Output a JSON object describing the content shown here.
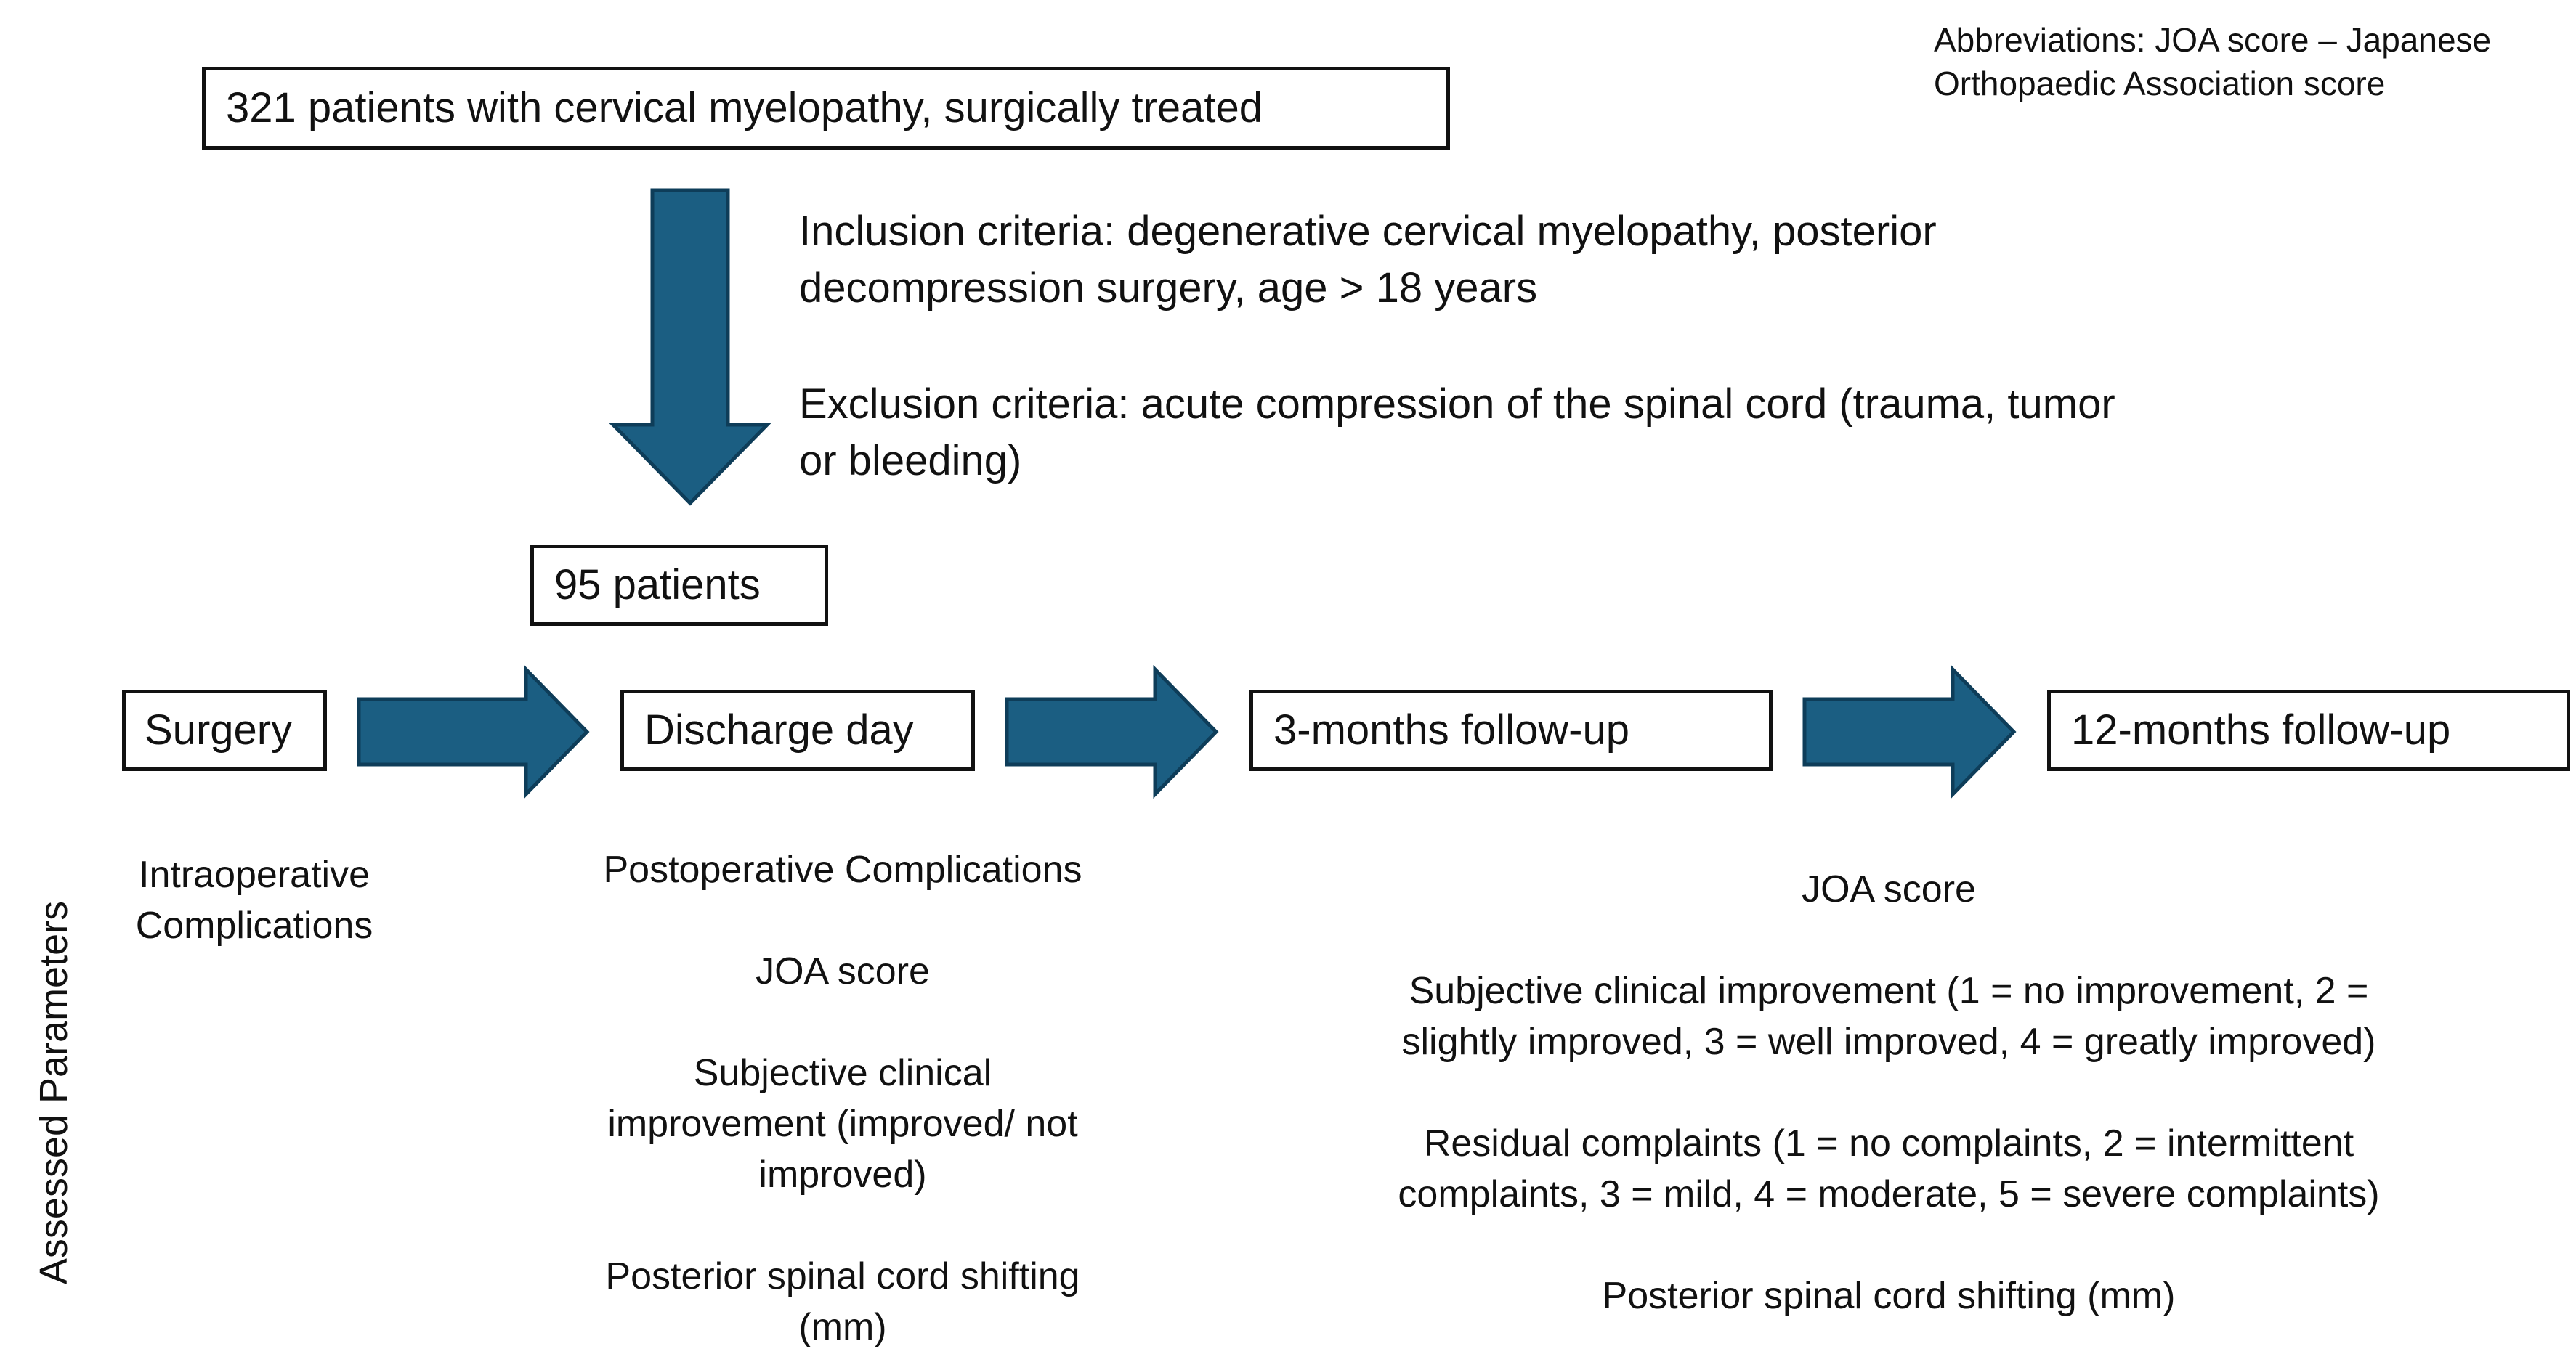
{
  "abbreviations": {
    "line1": "Abbreviations: JOA score – Japanese",
    "line2": "Orthopaedic Association score"
  },
  "cohort": {
    "initial": "321 patients with cervical myelopathy, surgically treated",
    "final": "95 patients"
  },
  "criteria": {
    "inclusion_line1": "Inclusion criteria: degenerative cervical myelopathy, posterior",
    "inclusion_line2": "decompression surgery, age > 18 years",
    "exclusion_line1": "Exclusion criteria: acute compression of the spinal cord (trauma, tumor",
    "exclusion_line2": "or bleeding)"
  },
  "timeline": {
    "stages": [
      {
        "label": "Surgery"
      },
      {
        "label": "Discharge day"
      },
      {
        "label": "3-months follow-up"
      },
      {
        "label": "12-months follow-up"
      }
    ]
  },
  "assessed": {
    "axis_label": "Assessed Parameters",
    "surgery": {
      "line1": "Intraoperative",
      "line2": "Complications"
    },
    "discharge": {
      "item1": "Postoperative Complications",
      "item2": "JOA score",
      "item3_line1": "Subjective clinical",
      "item3_line2": "improvement (improved/ not",
      "item3_line3": "improved)",
      "item4_line1": "Posterior spinal cord shifting",
      "item4_line2": "(mm)"
    },
    "followup": {
      "item1": "JOA score",
      "item2_line1": "Subjective clinical improvement (1 = no improvement, 2 =",
      "item2_line2": "slightly improved, 3 = well improved, 4 = greatly improved)",
      "item3_line1": "Residual complaints (1 = no complaints, 2 = intermittent",
      "item3_line2": "complaints, 3 = mild, 4 = moderate, 5 = severe complaints)",
      "item4": "Posterior spinal cord shifting (mm)"
    }
  },
  "colors": {
    "arrow_fill": "#1b5e82",
    "arrow_stroke": "#0e3d59",
    "box_border": "#111111"
  }
}
